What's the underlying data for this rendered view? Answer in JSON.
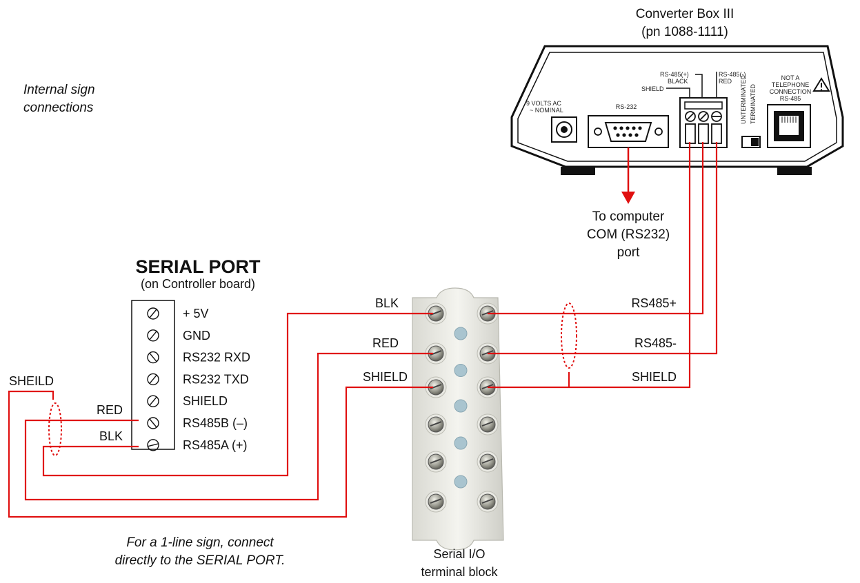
{
  "converter": {
    "title": "Converter Box III",
    "part_number": "(pn 1088-1111)",
    "power_label_1": "9 VOLTS AC",
    "power_label_2": "~ NOMINAL",
    "rs232_label": "RS-232",
    "rs485_plus": "RS-485(+)",
    "black": "BLACK",
    "shield": "SHIELD",
    "rs485_minus": "RS-485(-)",
    "red": "RED",
    "unterminated": "UNTERMINATED",
    "terminated": "TERMINATED",
    "not_a": "NOT A",
    "telephone": "TELEPHONE",
    "connection": "CONNECTION",
    "rs485_jack": "RS-485"
  },
  "computer_note": [
    "To computer",
    "COM (RS232)",
    "port"
  ],
  "internal_note": [
    "Internal sign",
    "connections"
  ],
  "serial_port": {
    "title": "SERIAL PORT",
    "subtitle": "(on Controller board)",
    "pins": [
      "+ 5V",
      "GND",
      "RS232 RXD",
      "RS232 TXD",
      "SHIELD",
      "RS485B (–)",
      "RS485A (+)"
    ]
  },
  "left_wires": {
    "sheild": "SHEILD",
    "red": "RED",
    "blk": "BLK"
  },
  "block_wires": {
    "blk": "BLK",
    "red": "RED",
    "shield": "SHIELD"
  },
  "right_wires": {
    "rs485_plus": "RS485+",
    "rs485_minus": "RS485-",
    "shield": "SHIELD"
  },
  "one_line_note": [
    "For a 1-line sign, connect",
    "directly to the SERIAL PORT."
  ],
  "terminal_block_label": [
    "Serial I/O",
    "terminal block"
  ],
  "colors": {
    "wire": "#e01010",
    "text": "#111111"
  }
}
